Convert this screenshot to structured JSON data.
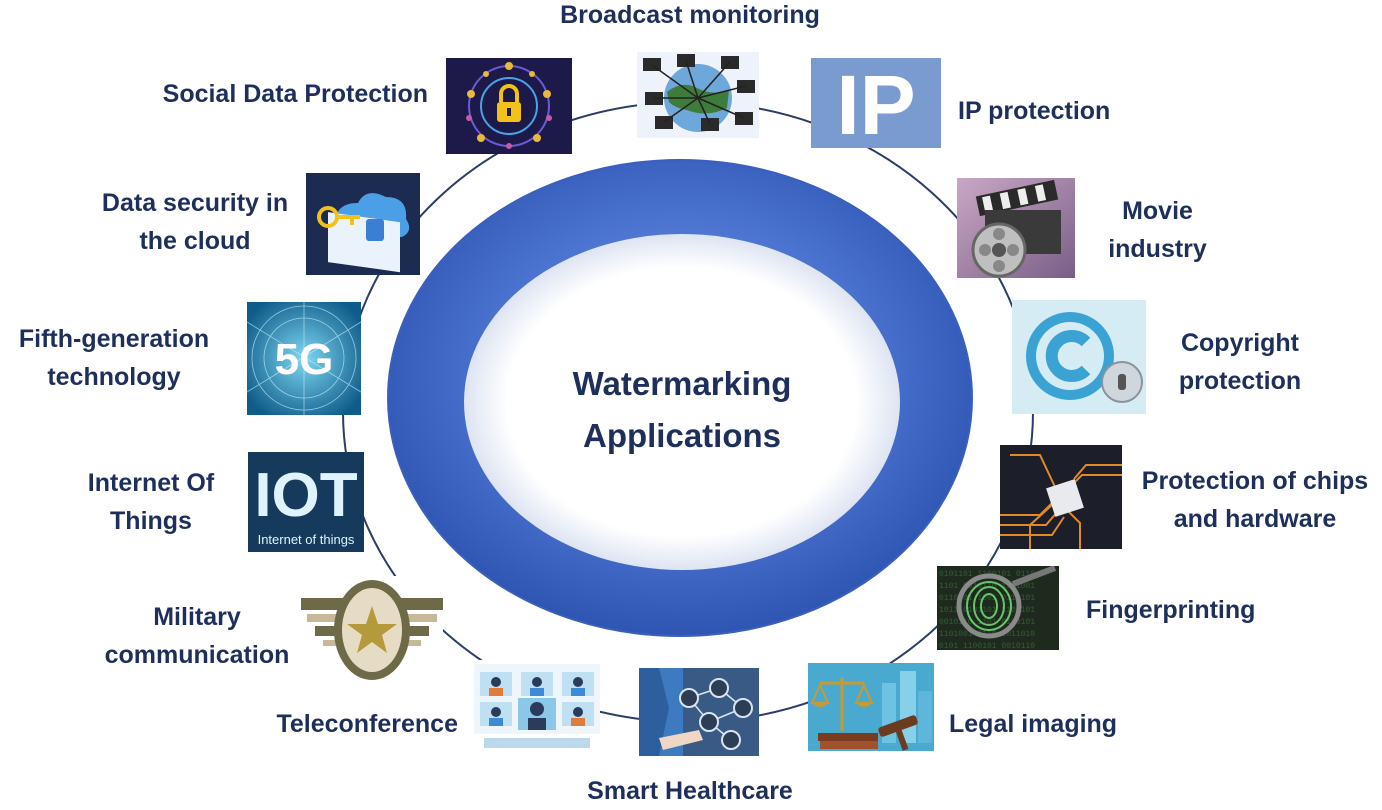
{
  "center": {
    "line1": "Watermarking",
    "line2": "Applications",
    "ring_color": "#4a72cf"
  },
  "applications": [
    {
      "id": "broadcast",
      "line1": "Broadcast monitoring",
      "icon": "network-globe-icon"
    },
    {
      "id": "ip",
      "line1": "IP protection",
      "icon": "ip-icon"
    },
    {
      "id": "movie",
      "line1": "Movie",
      "line2": "industry",
      "icon": "film-reel-icon"
    },
    {
      "id": "copyright",
      "line1": "Copyright",
      "line2": "protection",
      "icon": "copyright-lock-icon"
    },
    {
      "id": "chips",
      "line1": "Protection of chips",
      "line2": "and hardware",
      "icon": "chip-icon"
    },
    {
      "id": "fingerprint",
      "line1": "Fingerprinting",
      "icon": "fingerprint-icon"
    },
    {
      "id": "legal",
      "line1": "Legal imaging",
      "icon": "scales-gavel-icon"
    },
    {
      "id": "healthcare",
      "line1": "Smart Healthcare",
      "icon": "medical-network-icon"
    },
    {
      "id": "teleconf",
      "line1": "Teleconference",
      "icon": "video-conference-icon"
    },
    {
      "id": "military",
      "line1": "Military",
      "line2": "communication",
      "icon": "military-star-icon"
    },
    {
      "id": "iot",
      "line1": "Internet Of",
      "line2": "Things",
      "icon": "iot-icon",
      "icon_text1": "IOT",
      "icon_text2": "Internet of things"
    },
    {
      "id": "5g",
      "line1": "Fifth-generation",
      "line2": "technology",
      "icon": "5g-icon",
      "icon_text1": "5G"
    },
    {
      "id": "cloud",
      "line1": "Data security in",
      "line2": "the cloud",
      "icon": "cloud-key-icon"
    },
    {
      "id": "social",
      "line1": "Social Data Protection",
      "icon": "padlock-network-icon"
    }
  ],
  "ip_tile_text": "IP"
}
